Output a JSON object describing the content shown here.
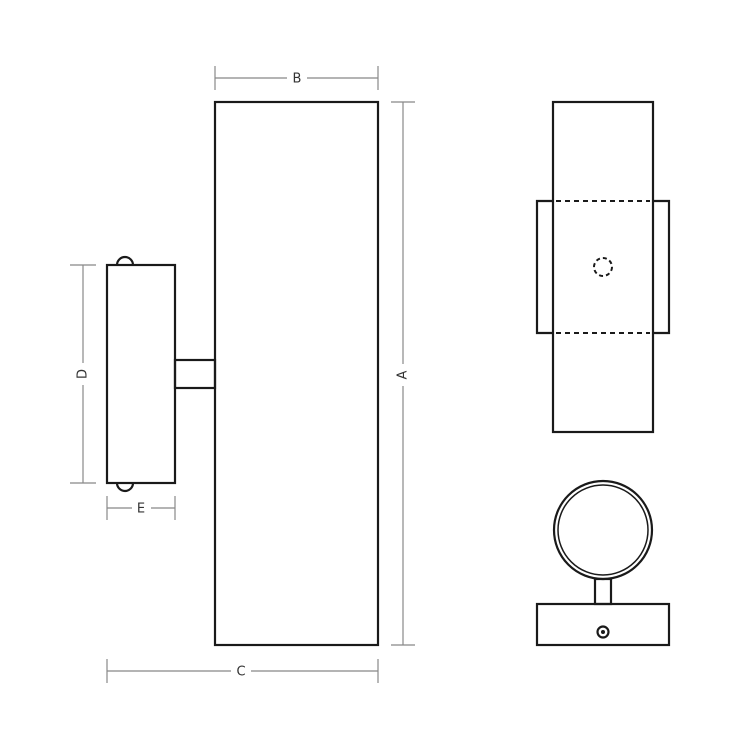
{
  "dimensions": {
    "a": "A",
    "b": "B",
    "c": "C",
    "d": "D",
    "e": "E"
  },
  "colors": {
    "outline": "#1a1a1a",
    "dimension_line": "#888888"
  }
}
